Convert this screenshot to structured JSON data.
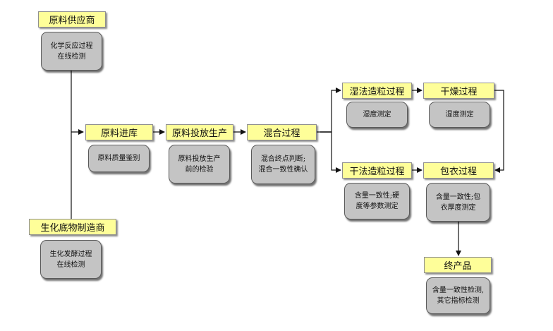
{
  "nodes": {
    "raw_supplier": "原料供应商",
    "raw_supplier_check": [
      "化学反应过程",
      "在线检测"
    ],
    "bio_manufacturer": "生化底物制造商",
    "bio_manufacturer_check": [
      "生化发酵过程",
      "在线检测"
    ],
    "raw_storage": "原料进库",
    "raw_storage_check": [
      "原料质量鉴别"
    ],
    "raw_feeding": "原料投放生产",
    "raw_feeding_check": [
      "原料投放生产",
      "前的检验"
    ],
    "mixing": "混合过程",
    "mixing_check": [
      "混合终点判断;",
      "混合一致性确认"
    ],
    "wet_granulation": "湿法造粒过程",
    "wet_granulation_check": [
      "湿度测定"
    ],
    "drying": "干燥过程",
    "drying_check": [
      "湿度测定"
    ],
    "dry_granulation": "干法造粒过程",
    "dry_granulation_check": [
      "含量一致性;硬",
      "度等参数测定"
    ],
    "coating": "包衣过程",
    "coating_check": [
      "含量一致性;包",
      "衣厚度测定"
    ],
    "final_product": "终产品",
    "final_product_check": [
      "含量一致性检测,",
      "其它指标检测"
    ]
  },
  "colors": {
    "stage_fill": "#fefe99",
    "check_fill": "#c4c4c4",
    "line": "#111111"
  }
}
